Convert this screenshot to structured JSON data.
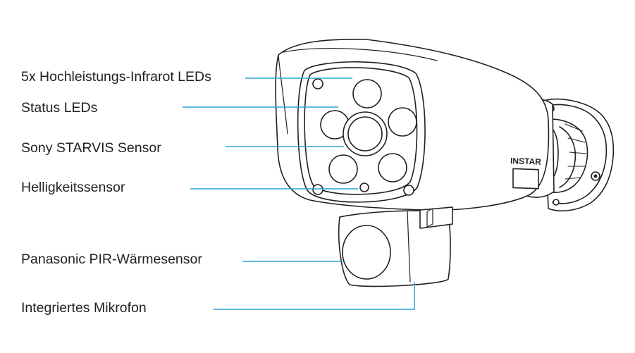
{
  "colors": {
    "leader_line": "#29a3d3",
    "outline": "#231f20",
    "text": "#231f20",
    "background": "#ffffff"
  },
  "callouts": [
    {
      "id": "ir-leds",
      "label": "5x Hochleistungs-Infrarot LEDs"
    },
    {
      "id": "status-leds",
      "label": "Status LEDs"
    },
    {
      "id": "image-sensor",
      "label": "Sony STARVIS Sensor"
    },
    {
      "id": "light-sensor",
      "label": "Helligkeitssensor"
    },
    {
      "id": "pir-sensor",
      "label": "Panasonic PIR-Wärmesensor"
    },
    {
      "id": "microphone",
      "label": "Integriertes Mikrofon"
    }
  ],
  "camera": {
    "brand_label": "INSTAR"
  }
}
